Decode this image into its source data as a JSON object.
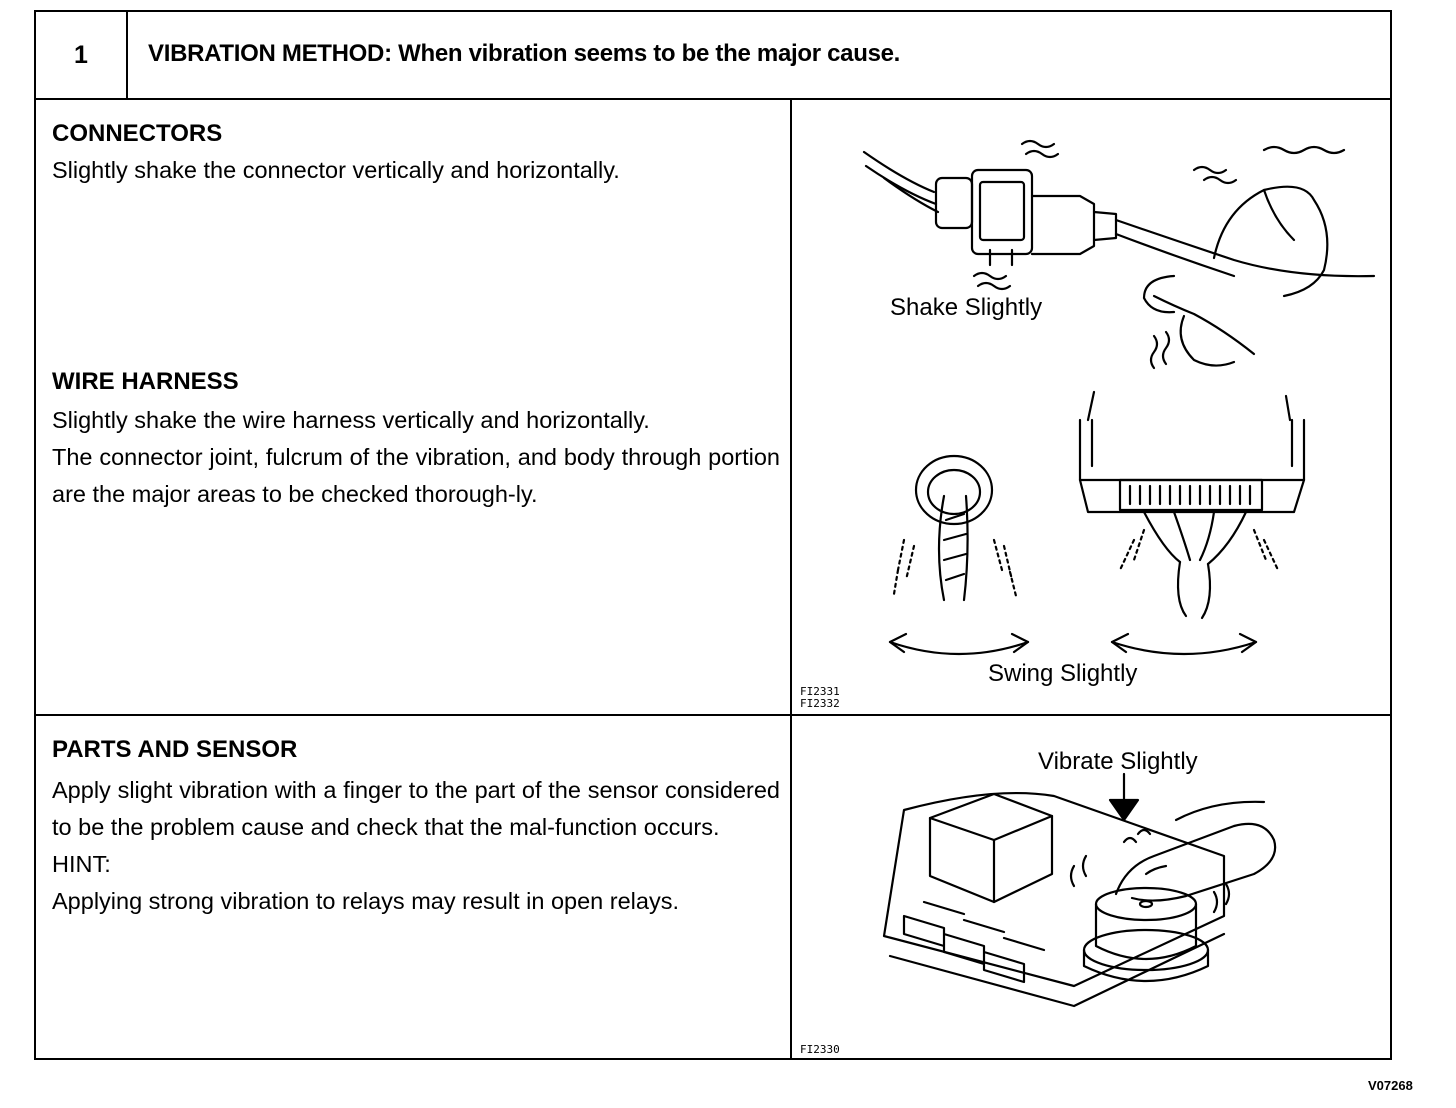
{
  "header": {
    "step_number": "1",
    "title": "VIBRATION METHOD: When vibration seems to be the major cause."
  },
  "sections": {
    "connectors": {
      "heading": "CONNECTORS",
      "text": "Slightly shake the connector vertically and horizontally."
    },
    "wire_harness": {
      "heading": "WIRE HARNESS",
      "text1": "Slightly shake the wire harness vertically and horizontally.",
      "text2": "The connector joint, fulcrum of the vibration, and body through portion are the major areas to be checked thorough-ly."
    },
    "parts_and_sensor": {
      "heading": "PARTS AND SENSOR",
      "text1": "Apply slight vibration with a finger to the part of the sensor considered to be the problem cause and check that the mal-function occurs.",
      "hint_label": "HINT:",
      "hint_text": "Applying strong vibration to relays may result in open relays."
    }
  },
  "figures": {
    "top": {
      "label_shake": "Shake Slightly",
      "label_swing": "Swing Slightly",
      "code1": "FI2331",
      "code2": "FI2332"
    },
    "bottom": {
      "label_vibrate": "Vibrate Slightly",
      "code": "FI2330"
    }
  },
  "page_code": "V07268"
}
